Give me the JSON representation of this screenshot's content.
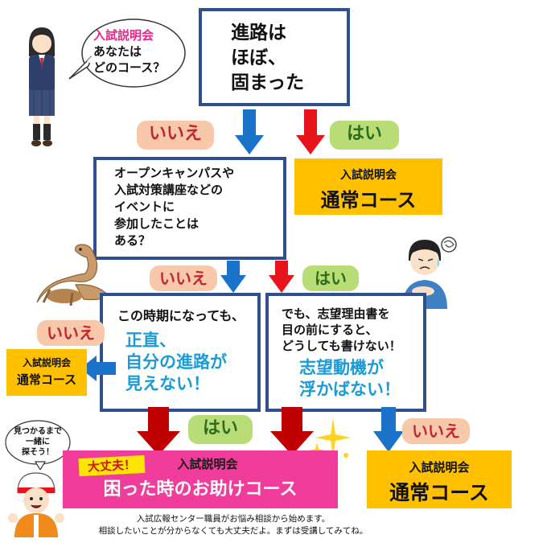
{
  "speech": {
    "line1": "入試説明会",
    "line2": "あなたは",
    "line3": "どのコース？"
  },
  "q1": {
    "lines": [
      "進路は",
      "ほぼ、",
      "固まった"
    ]
  },
  "q2": {
    "lines": [
      "オープンキャンパスや",
      "入試対策講座などの",
      "イベントに",
      "参加したことは",
      "ある？"
    ]
  },
  "q3": {
    "top": "この時期になっても、",
    "big": [
      "正直、",
      "自分の進路が",
      "見えない！"
    ]
  },
  "q4": {
    "top": [
      "でも、志望理由書を",
      "目の前にすると、",
      "どうしても書けない！"
    ],
    "big": [
      "志望動機が",
      "浮かばない！"
    ]
  },
  "labels": {
    "no": "いいえ",
    "yes": "はい"
  },
  "courses": {
    "normal_small": "入試説明会",
    "normal_big": "通常コース",
    "help_badge": "大丈夫！",
    "help_small": "入試説明会",
    "help_big": "困った時のお助けコース"
  },
  "mascot_speech": [
    "見つかるまで",
    "一緒に",
    "探そう！"
  ],
  "footer": [
    "入試広報センター職員がお悩み相談から始めます。",
    "相談したいことが分からなくても大丈夫だよ。まずは受講してみてね。"
  ],
  "colors": {
    "box_border": "#2f4f8f",
    "course_yellow": "#ffc000",
    "help_pink": "#f03c9a",
    "arrow_blue": "#1a73c8",
    "arrow_red": "#e8141b",
    "arrow_darkred": "#c00000"
  }
}
